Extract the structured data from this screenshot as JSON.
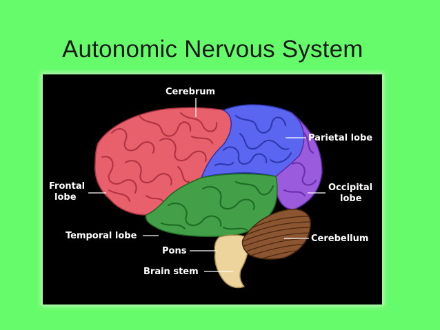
{
  "slide": {
    "title": "Autonomic Nervous System",
    "background_color": "#66fb6a"
  },
  "diagram": {
    "panel_color": "#000000",
    "label_color": "#ffffff",
    "labels": {
      "cerebrum": "Cerebrum",
      "parietal_lobe": "Parietal lobe",
      "frontal_lobe_line1": "Frontal",
      "frontal_lobe_line2": "lobe",
      "occipital_lobe_line1": "Occipital",
      "occipital_lobe_line2": "lobe",
      "temporal_lobe": "Temporal lobe",
      "cerebellum": "Cerebellum",
      "pons": "Pons",
      "brain_stem": "Brain stem"
    },
    "region_colors": {
      "frontal_lobe": "#e8606c",
      "parietal_lobe": "#5a66f0",
      "occipital_lobe": "#9a5cdc",
      "temporal_lobe": "#44a048",
      "cerebellum": "#8a5530",
      "brain_stem": "#ecd49c"
    }
  }
}
